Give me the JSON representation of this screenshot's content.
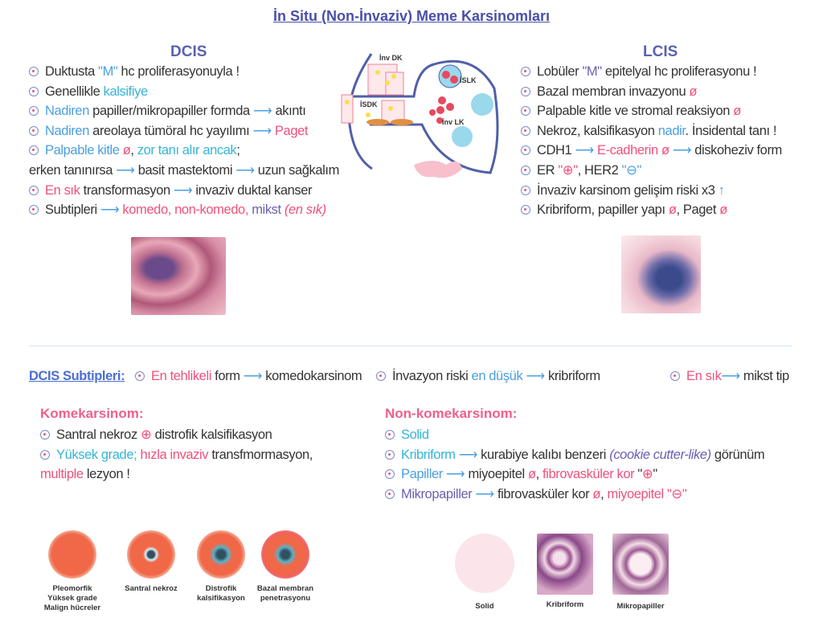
{
  "title": "İn Situ (Non-İnvaziv) Meme Karsinomları",
  "colors": {
    "dark": "#333333",
    "blue": "#4a9fe0",
    "cyan": "#33b5d6",
    "pink": "#f0507a",
    "purple": "#6a5fb0",
    "heading": "#5a62b0"
  },
  "dcis": {
    "heading": "DCIS",
    "lines": [
      {
        "b": true,
        "s": [
          {
            "t": "Duktusta "
          },
          {
            "t": "\"M\"",
            "c": "blue"
          },
          {
            "t": " hc proliferasyonuyla !"
          }
        ]
      },
      {
        "b": true,
        "s": [
          {
            "t": "Genellikle "
          },
          {
            "t": "kalsifiye",
            "c": "cyan"
          }
        ]
      },
      {
        "b": true,
        "s": [
          {
            "t": "Nadiren",
            "c": "blue"
          },
          {
            "t": " papiller/mikropapiller formda "
          },
          {
            "t": "⟶",
            "c": "blue"
          },
          {
            "t": " akıntı"
          }
        ]
      },
      {
        "b": true,
        "s": [
          {
            "t": "Nadiren",
            "c": "blue"
          },
          {
            "t": " areolaya tümöral hc yayılımı "
          },
          {
            "t": "⟶",
            "c": "blue"
          },
          {
            "t": " Paget",
            "c": "pink"
          }
        ]
      },
      {
        "b": true,
        "s": [
          {
            "t": "Palpable kitle ",
            "c": "blue"
          },
          {
            "t": "ø",
            "c": "pink"
          },
          {
            "t": ", "
          },
          {
            "t": "zor tanı alır ancak",
            "c": "cyan"
          },
          {
            "t": ";"
          }
        ]
      },
      {
        "b": false,
        "s": [
          {
            "t": "erken tanınırsa "
          },
          {
            "t": "⟶",
            "c": "blue"
          },
          {
            "t": " basit mastektomi "
          },
          {
            "t": "⟶",
            "c": "blue"
          },
          {
            "t": " uzun sağkalım"
          }
        ]
      },
      {
        "b": true,
        "s": [
          {
            "t": "En sık",
            "c": "pink"
          },
          {
            "t": " transformasyon "
          },
          {
            "t": "⟶",
            "c": "blue"
          },
          {
            "t": " invaziv duktal kanser"
          }
        ]
      },
      {
        "b": true,
        "s": [
          {
            "t": "Subtipleri "
          },
          {
            "t": "⟶",
            "c": "blue"
          },
          {
            "t": " komedo, non-komedo, ",
            "c": "pink"
          },
          {
            "t": "mikst",
            "c": "purple"
          },
          {
            "t": " (en sık)",
            "c": "pink",
            "i": true
          }
        ]
      }
    ]
  },
  "lcis": {
    "heading": "LCIS",
    "lines": [
      {
        "b": true,
        "s": [
          {
            "t": "Lobüler "
          },
          {
            "t": "\"M\"",
            "c": "purple"
          },
          {
            "t": " epitelyal hc proliferasyonu !"
          }
        ]
      },
      {
        "b": true,
        "s": [
          {
            "t": "Bazal membran invazyonu "
          },
          {
            "t": "ø",
            "c": "pink"
          }
        ]
      },
      {
        "b": true,
        "s": [
          {
            "t": "Palpable kitle ve stromal reaksiyon "
          },
          {
            "t": "ø",
            "c": "pink"
          }
        ]
      },
      {
        "b": true,
        "s": [
          {
            "t": "Nekroz, kalsifikasyon "
          },
          {
            "t": "nadir",
            "c": "blue"
          },
          {
            "t": ". İnsidental tanı !"
          }
        ]
      },
      {
        "b": true,
        "s": [
          {
            "t": "CDH1 "
          },
          {
            "t": "⟶",
            "c": "blue"
          },
          {
            "t": " E-cadherin ",
            "c": "pink"
          },
          {
            "t": "ø",
            "c": "pink"
          },
          {
            "t": " "
          },
          {
            "t": "⟶",
            "c": "blue"
          },
          {
            "t": " diskoheziv form"
          }
        ]
      },
      {
        "b": true,
        "s": [
          {
            "t": "ER "
          },
          {
            "t": "\"⊕\"",
            "c": "pink"
          },
          {
            "t": ", HER2 "
          },
          {
            "t": "\"⊖\"",
            "c": "blue"
          }
        ]
      },
      {
        "b": true,
        "s": [
          {
            "t": "İnvaziv karsinom gelişim riski x3 "
          },
          {
            "t": "↑",
            "c": "blue"
          }
        ]
      },
      {
        "b": true,
        "s": [
          {
            "t": "Kribriform, papiller yapı "
          },
          {
            "t": "ø",
            "c": "pink"
          },
          {
            "t": ", Paget "
          },
          {
            "t": "ø",
            "c": "pink"
          }
        ]
      }
    ]
  },
  "diagram": {
    "labels": [
      "İnv DK",
      "İSLK",
      "İSDK",
      "İnv LK"
    ]
  },
  "subtypes": {
    "label": "DCIS Subtipleri:",
    "items": [
      {
        "s": [
          {
            "t": "En tehlikeli",
            "c": "pink"
          },
          {
            "t": " form "
          },
          {
            "t": "⟶",
            "c": "blue"
          },
          {
            "t": " komedokarsinom"
          }
        ]
      },
      {
        "s": [
          {
            "t": "İnvazyon riski "
          },
          {
            "t": "en düşük",
            "c": "blue"
          },
          {
            "t": " "
          },
          {
            "t": "⟶",
            "c": "blue"
          },
          {
            "t": " kribriform"
          }
        ]
      },
      {
        "s": [
          {
            "t": "En sık",
            "c": "pink"
          },
          {
            "t": "⟶",
            "c": "blue"
          },
          {
            "t": " mikst tip"
          }
        ]
      }
    ]
  },
  "komedo": {
    "heading": "Komekarsinom:",
    "lines": [
      {
        "b": true,
        "s": [
          {
            "t": "Santral nekroz "
          },
          {
            "t": "⊕",
            "c": "pink"
          },
          {
            "t": " distrofik kalsifikasyon"
          }
        ]
      },
      {
        "b": true,
        "s": [
          {
            "t": "Yüksek grade; ",
            "c": "cyan"
          },
          {
            "t": "hızla invaziv",
            "c": "pink"
          },
          {
            "t": " transfmormasyon,"
          }
        ]
      },
      {
        "b": false,
        "s": [
          {
            "t": "multiple",
            "c": "pink"
          },
          {
            "t": " lezyon !"
          }
        ]
      }
    ],
    "figures": [
      "Pleomorfik\nYüksek grade\nMalign hücreler",
      "Santral nekroz",
      "Distrofik\nkalsifikasyon",
      "Bazal membran\npenetrasyonu"
    ]
  },
  "nonkomedo": {
    "heading": "Non-komekarsinom:",
    "lines": [
      {
        "b": true,
        "s": [
          {
            "t": "Solid",
            "c": "cyan"
          }
        ]
      },
      {
        "b": true,
        "s": [
          {
            "t": "Kribriform",
            "c": "cyan"
          },
          {
            "t": " ⟶",
            "c": "blue"
          },
          {
            "t": " kurabiye kalıbı benzeri "
          },
          {
            "t": "(cookie cutter-like)",
            "c": "purple",
            "i": true
          },
          {
            "t": " görünüm"
          }
        ]
      },
      {
        "b": true,
        "s": [
          {
            "t": "Papiller",
            "c": "blue"
          },
          {
            "t": " ⟶",
            "c": "blue"
          },
          {
            "t": " miyoepitel "
          },
          {
            "t": "ø",
            "c": "pink"
          },
          {
            "t": ", "
          },
          {
            "t": "fibrovasküler kor",
            "c": "pink"
          },
          {
            "t": " \""
          },
          {
            "t": "⊕",
            "c": "pink"
          },
          {
            "t": "\""
          }
        ]
      },
      {
        "b": true,
        "s": [
          {
            "t": "Mikropapiller",
            "c": "purple"
          },
          {
            "t": " ⟶",
            "c": "blue"
          },
          {
            "t": " fibrovasküler kor "
          },
          {
            "t": "ø",
            "c": "pink"
          },
          {
            "t": ", "
          },
          {
            "t": "miyoepitel \"⊖\"",
            "c": "pink"
          }
        ]
      }
    ],
    "figures": [
      "Solid",
      "Kribriform",
      "Mikropapiller"
    ]
  }
}
